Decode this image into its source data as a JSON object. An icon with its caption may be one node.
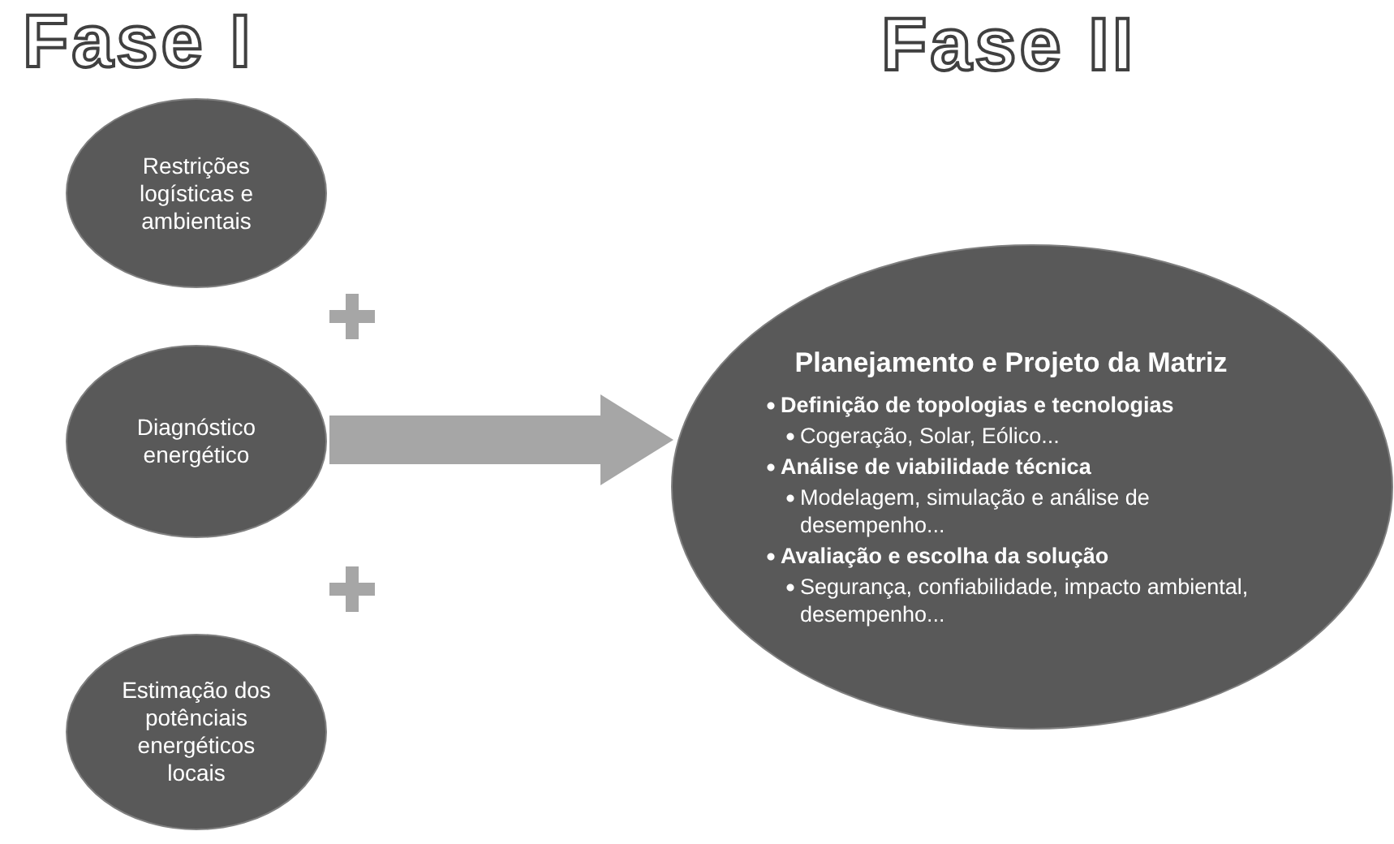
{
  "diagram": {
    "nodes": [
      {
        "text": [
          "Restrições logísticas e ambientais"
        ]
      },
      {
        "text": [
          "Diagnóstico energético"
        ]
      },
      {
        "text": [
          "Estimação dos potênciais energéticos locais"
        ]
      },
      {
        "text": [
          "Planejamento e Projeto da Matriz",
          "Definição de topologias e tecnologias",
          "Cogeração, Solar, Eólico...",
          "Análise de viabilidade técnica",
          "Modelagem, simulação e análise de desempenho...",
          "Avaliação e escolha da solução",
          "Segurança, confiabilidade, impacto ambiental, desempenho..."
        ]
      }
    ],
    "edges": [
      {
        "from": 1,
        "to": 3,
        "arrow": "to",
        "style": "thick",
        "color": "#a6a6a6"
      }
    ],
    "labels": [
      "Fase I",
      "Fase II"
    ]
  }
}
